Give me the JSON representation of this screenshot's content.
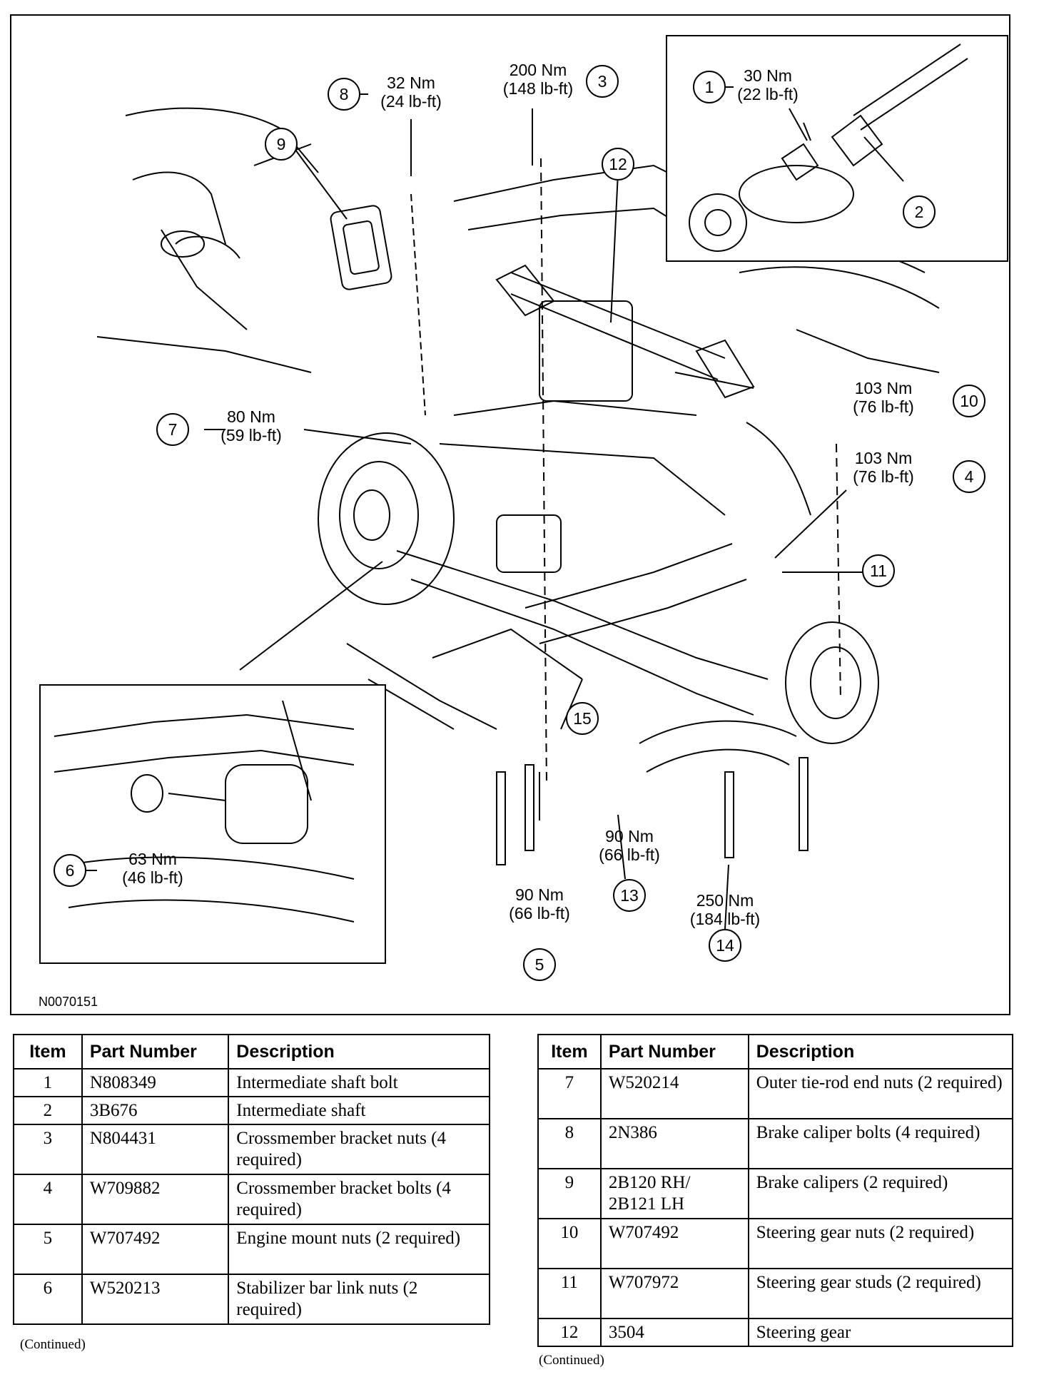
{
  "figure": {
    "id": "N0070151",
    "callouts": [
      {
        "num": "1",
        "torque_nm": "30 Nm",
        "torque_lbft": "(22 lb-ft)"
      },
      {
        "num": "2"
      },
      {
        "num": "3",
        "torque_nm": "200 Nm",
        "torque_lbft": "(148 lb-ft)"
      },
      {
        "num": "4",
        "torque_nm": "103 Nm",
        "torque_lbft": "(76 lb-ft)"
      },
      {
        "num": "5",
        "torque_nm": "90 Nm",
        "torque_lbft": "(66 lb-ft)"
      },
      {
        "num": "6",
        "torque_nm": "63 Nm",
        "torque_lbft": "(46 lb-ft)"
      },
      {
        "num": "7",
        "torque_nm": "80 Nm",
        "torque_lbft": "(59 lb-ft)"
      },
      {
        "num": "8",
        "torque_nm": "32 Nm",
        "torque_lbft": "(24 lb-ft)"
      },
      {
        "num": "9"
      },
      {
        "num": "10",
        "torque_nm": "103 Nm",
        "torque_lbft": "(76 lb-ft)"
      },
      {
        "num": "11"
      },
      {
        "num": "12"
      },
      {
        "num": "13",
        "torque_nm": "90 Nm",
        "torque_lbft": "(66 lb-ft)"
      },
      {
        "num": "14",
        "torque_nm": "250 Nm",
        "torque_lbft": "(184 lb-ft)"
      },
      {
        "num": "15"
      }
    ]
  },
  "table_headers": {
    "item": "Item",
    "part_number": "Part Number",
    "description": "Description"
  },
  "table_left": [
    {
      "item": "1",
      "part": "N808349",
      "desc": "Intermediate shaft bolt"
    },
    {
      "item": "2",
      "part": "3B676",
      "desc": "Intermediate shaft"
    },
    {
      "item": "3",
      "part": "N804431",
      "desc": "Crossmember bracket nuts (4 required)"
    },
    {
      "item": "4",
      "part": "W709882",
      "desc": "Crossmember bracket bolts (4 required)"
    },
    {
      "item": "5",
      "part": "W707492",
      "desc": "Engine mount nuts (2 required)"
    },
    {
      "item": "6",
      "part": "W520213",
      "desc": "Stabilizer bar link nuts (2 required)"
    }
  ],
  "table_right": [
    {
      "item": "7",
      "part": "W520214",
      "desc": "Outer tie-rod end nuts (2 required)"
    },
    {
      "item": "8",
      "part": "2N386",
      "desc": "Brake caliper bolts (4 required)"
    },
    {
      "item": "9",
      "part": "2B120 RH/ 2B121 LH",
      "desc": "Brake calipers (2 required)"
    },
    {
      "item": "10",
      "part": "W707492",
      "desc": "Steering gear nuts (2 required)"
    },
    {
      "item": "11",
      "part": "W707972",
      "desc": "Steering gear studs (2 required)"
    },
    {
      "item": "12",
      "part": "3504",
      "desc": "Steering gear"
    }
  ],
  "continued_text": "(Continued)"
}
